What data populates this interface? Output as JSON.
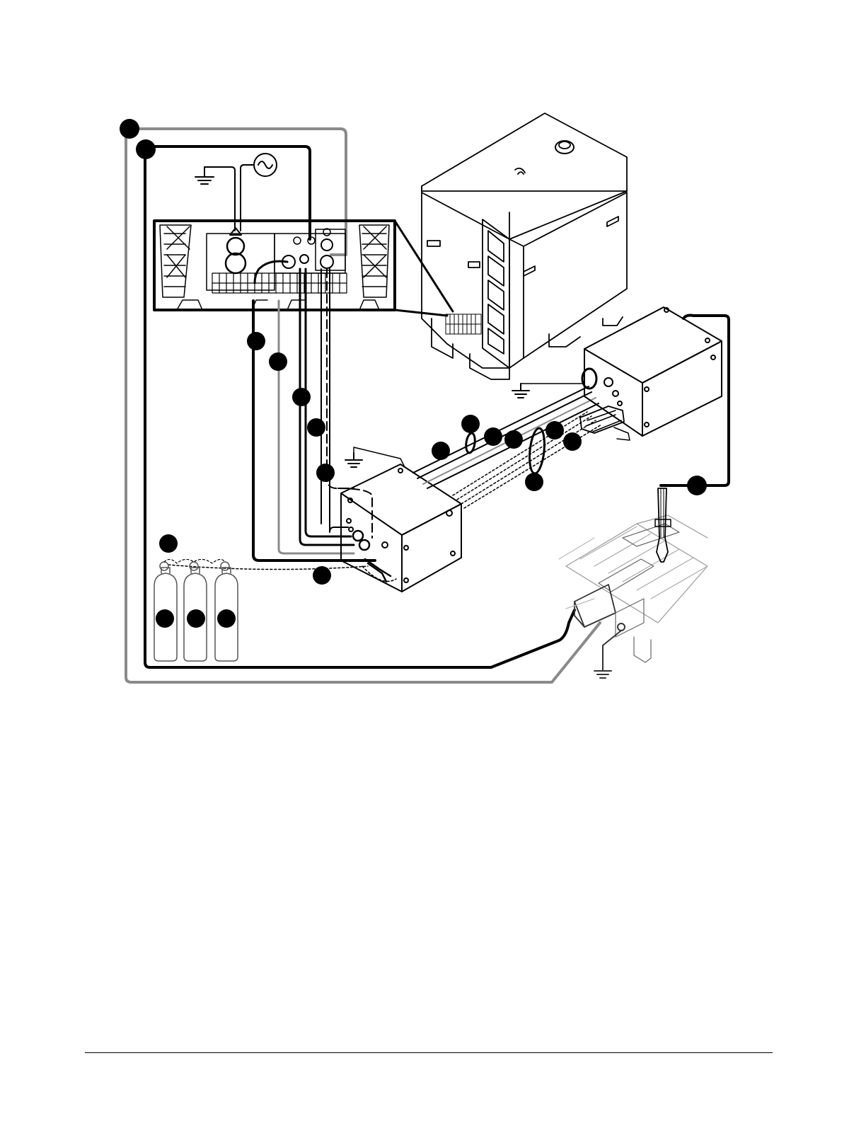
{
  "figure": {
    "components": [
      "plasma-power-supply",
      "connection-panel-inset",
      "gas-console",
      "ignition-console",
      "cutting-table",
      "plasma-torch",
      "gas-cylinder-1",
      "gas-cylinder-2",
      "gas-cylinder-3"
    ],
    "callout_marker_count": 20,
    "icons": [
      "ground-symbol",
      "ac-source-symbol"
    ],
    "colors": {
      "line": "#000000",
      "gray_lead": "#8a8a8a",
      "background": "#ffffff"
    }
  }
}
